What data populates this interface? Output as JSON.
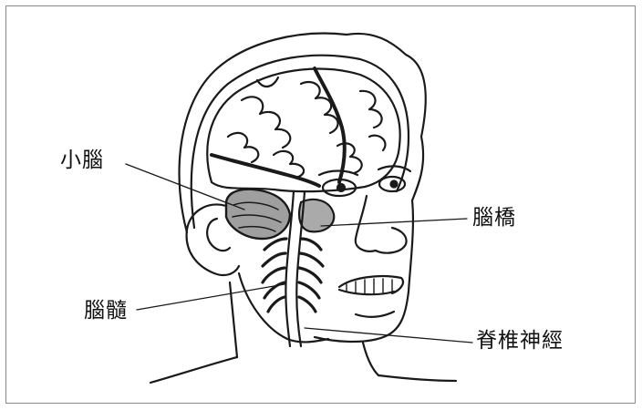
{
  "labels": {
    "cerebellum": "小腦",
    "pons": "腦橋",
    "medulla": "腦髓",
    "spinal_nerves": "脊椎神經"
  },
  "colors": {
    "ink": "#1a1a1a",
    "brain_shade": "#2b2b2b",
    "frame": "#8a8a8a",
    "background": "#ffffff"
  }
}
